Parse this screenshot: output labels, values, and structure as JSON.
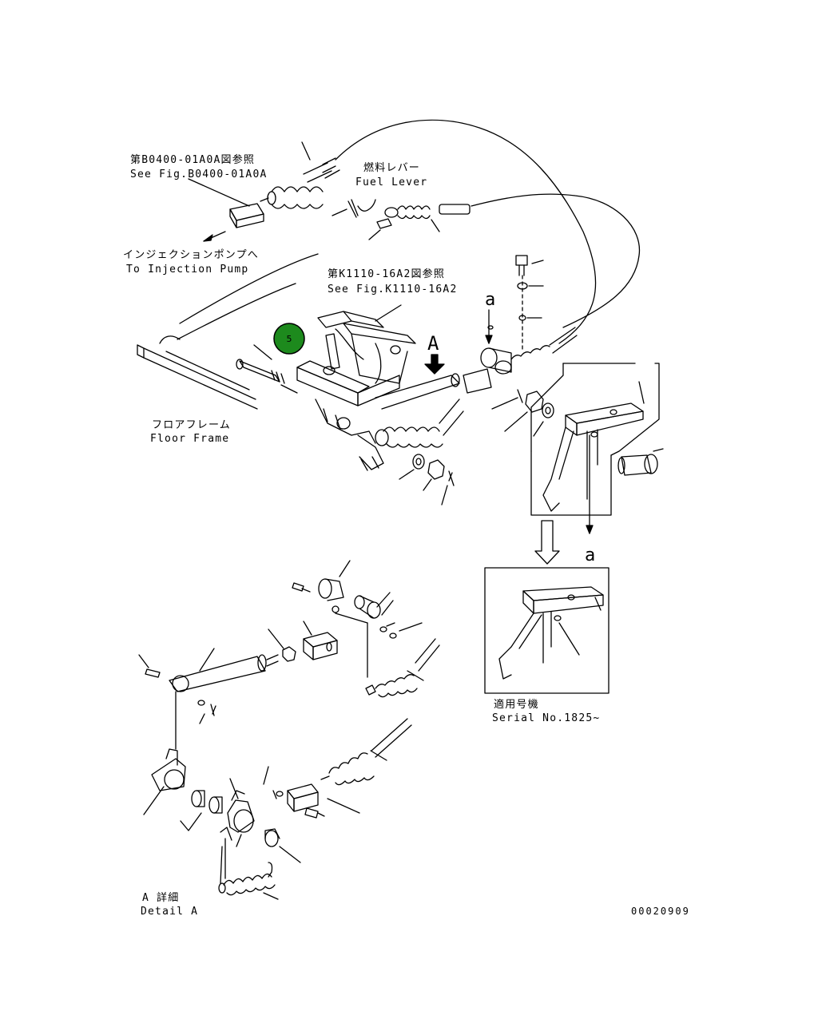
{
  "labels": {
    "ref_b0400_jp": "第B0400-01A0A図参照",
    "ref_b0400_en": "See Fig.B0400-01A0A",
    "injection_jp": "インジェクションポンプへ",
    "injection_en": "To Injection Pump",
    "fuel_lever_jp": "燃料レバー",
    "fuel_lever_en": "Fuel Lever",
    "ref_k1110_jp": "第K1110-16A2図参照",
    "ref_k1110_en": "See Fig.K1110-16A2",
    "floor_frame_jp": "フロアフレーム",
    "floor_frame_en": "Floor Frame",
    "arrow_a": "A",
    "view_a_top": "a",
    "view_a_bottom": "a",
    "serial_jp": "適用号機",
    "serial_en": "Serial No.1825~",
    "detail_jp": "A 詳細",
    "detail_en": "Detail A",
    "drawing_no": "00020909"
  },
  "callout": {
    "number": "5",
    "color": "#1d8a1d"
  },
  "colors": {
    "line": "#000000",
    "background": "#ffffff"
  }
}
